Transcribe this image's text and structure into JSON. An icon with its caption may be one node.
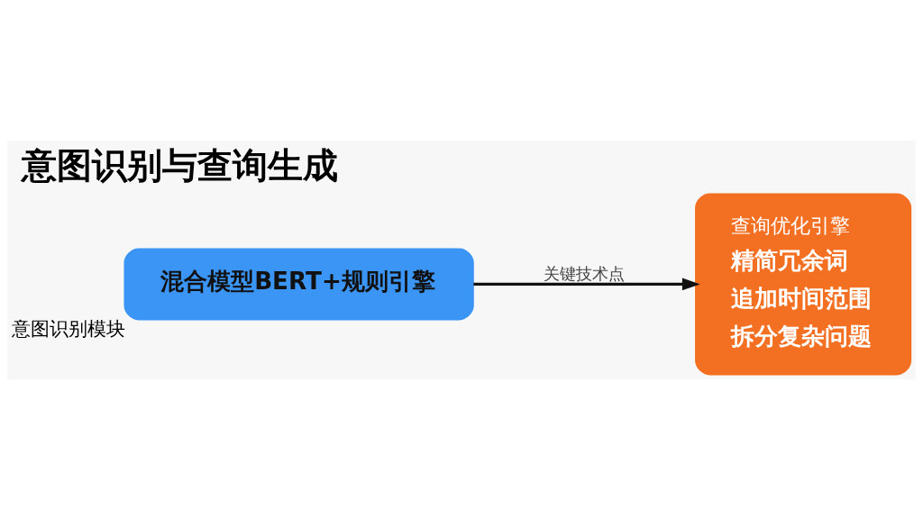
{
  "diagram": {
    "title": "意图识别与查询生成",
    "nodes": [
      {
        "text": [
          "混合模型BERT+规则引擎"
        ],
        "beside": [
          "意图识别模块"
        ]
      },
      {
        "text": [
          "查询优化引擎",
          "精简冗余词",
          "追加时间范围",
          "拆分复杂问题"
        ]
      }
    ],
    "edges": [
      {
        "from": 0,
        "to": 1,
        "arrow": "to",
        "label": "关键技术点"
      }
    ]
  }
}
